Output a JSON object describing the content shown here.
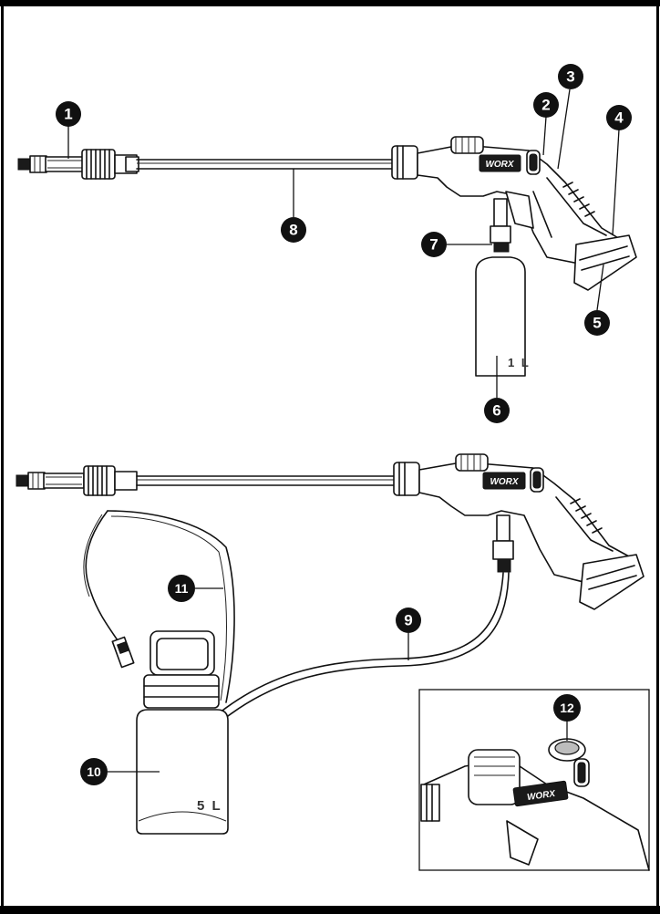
{
  "diagram": {
    "callouts": [
      {
        "id": "1",
        "label": "1"
      },
      {
        "id": "2",
        "label": "2"
      },
      {
        "id": "3",
        "label": "3"
      },
      {
        "id": "4",
        "label": "4"
      },
      {
        "id": "5",
        "label": "5"
      },
      {
        "id": "6",
        "label": "6"
      },
      {
        "id": "7",
        "label": "7"
      },
      {
        "id": "8",
        "label": "8"
      },
      {
        "id": "9",
        "label": "9"
      },
      {
        "id": "10",
        "label": "10"
      },
      {
        "id": "11",
        "label": "11"
      },
      {
        "id": "12",
        "label": "12"
      }
    ],
    "bottle_small_volume": "1 L",
    "bottle_large_volume": "5 L",
    "brand_top": "WORX",
    "brand_bottom": "WORX",
    "brand_inset": "WORX"
  },
  "colors": {
    "callout_fill": "#111111",
    "callout_text": "#ffffff",
    "frame": "#000000",
    "line": "#111111"
  }
}
